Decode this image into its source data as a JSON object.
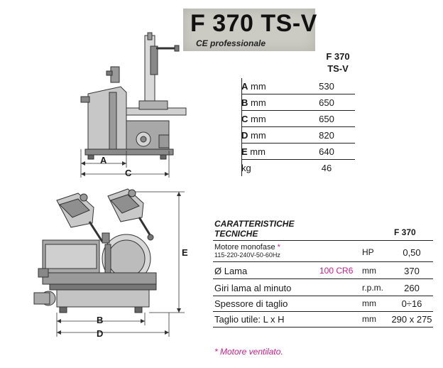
{
  "title": {
    "model": "F 370 TS-V",
    "subtitle": "CE professionale"
  },
  "dimensions": {
    "header_line1": "F 370",
    "header_line2": "TS-V",
    "rows": [
      {
        "letter": "A",
        "unit": " mm",
        "value": "530"
      },
      {
        "letter": "B",
        "unit": " mm",
        "value": "650"
      },
      {
        "letter": "C",
        "unit": " mm",
        "value": "650"
      },
      {
        "letter": "D",
        "unit": " mm",
        "value": "820"
      },
      {
        "letter": "E",
        "unit": " mm",
        "value": "640"
      },
      {
        "letter": "",
        "unit": "kg",
        "value": "46"
      }
    ]
  },
  "drawing_labels": {
    "A": "A",
    "C": "C",
    "B": "B",
    "D": "D",
    "E": "E"
  },
  "specs": {
    "title_line1": "CARATTERISTICHE",
    "title_line2": "TECNICHE",
    "model": "F 370",
    "motor_label": "Motore monofase",
    "motor_star": "*",
    "motor_voltage": "115-220-240V-50-60Hz",
    "motor_unit": "HP",
    "motor_value": "0,50",
    "rows": [
      {
        "label": "Ø Lama",
        "extra": "100 CR6",
        "unit": "mm",
        "value": "370"
      },
      {
        "label": "Giri lama al minuto",
        "extra": "",
        "unit": "r.p.m.",
        "value": "260"
      },
      {
        "label": "Spessore di taglio",
        "extra": "",
        "unit": "mm",
        "value": "0÷16"
      },
      {
        "label": "Taglio utile: L x H",
        "extra": "",
        "unit": "mm",
        "value": "290 x 275"
      }
    ]
  },
  "note": "* Motore ventilato."
}
